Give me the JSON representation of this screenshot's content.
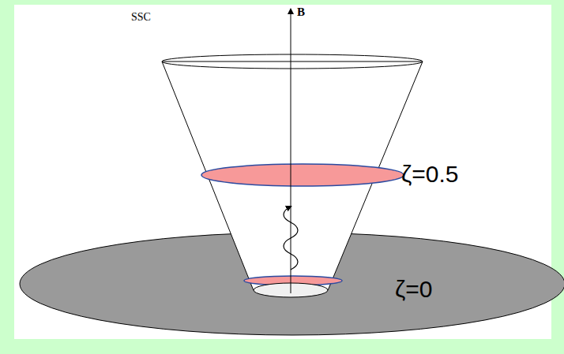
{
  "diagram": {
    "labels": [
      "SSC",
      "B",
      "ζ=0.5",
      "ζ=0"
    ]
  }
}
